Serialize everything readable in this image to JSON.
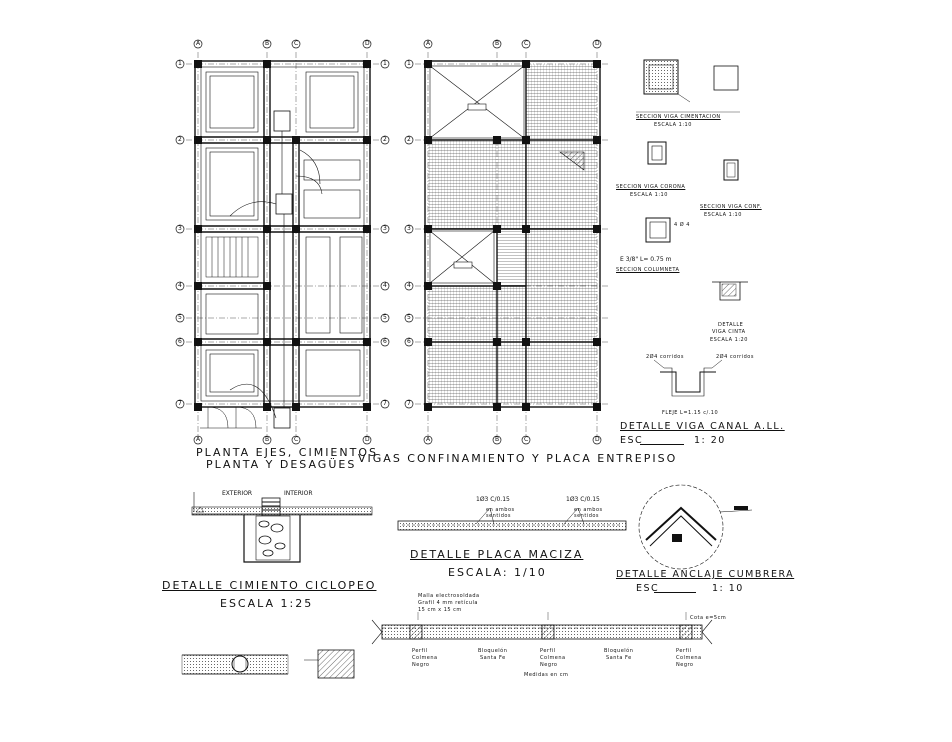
{
  "axes": {
    "cols": [
      "A",
      "B",
      "C",
      "D"
    ],
    "rows": [
      "1",
      "2",
      "3",
      "4",
      "5",
      "6",
      "7"
    ]
  },
  "titles": {
    "plan_axes_1": "PLANTA EJES, CIMIENTOS",
    "plan_axes_2": "PLANTA Y DESAGÜES",
    "plan_beams": "VIGAS CONFINAMIENTO Y PLACA ENTREPISO",
    "cimiento": "DETALLE CIMIENTO CICLOPEO",
    "cimiento_scale": "ESCALA 1:25",
    "placa": "DETALLE PLACA MACIZA",
    "placa_scale": "ESCALA: 1/10",
    "anclaje": "DETALLE ANCLAJE CUMBRERA",
    "anclaje_scale_prefix": "ESC",
    "anclaje_scale": "1: 10",
    "canal": "DETALLE VIGA CANAL A.LL.",
    "canal_scale_prefix": "ESC",
    "canal_scale": "1: 20"
  },
  "sections": {
    "viga_cimentacion": "SECCION VIGA CIMENTACION",
    "viga_cimentacion_scale": "ESCALA 1:10",
    "viga_corona": "SECCION VIGA CORONA",
    "viga_corona_scale": "ESCALA 1:10",
    "viga_conf": "SECCION VIGA CONF.",
    "viga_conf_scale": "ESCALA 1:10",
    "columneta": "SECCION COLUMNETA",
    "estribo": "E 3/8\" L= 0.75 m",
    "columneta_bars": "4 Ø 4",
    "viga_cinta_1": "DETALLE",
    "viga_cinta_2": "VIGA CINTA",
    "viga_cinta_scale": "ESCALA 1:20",
    "canal_left": "2Ø4 corridos",
    "canal_right": "2Ø4 corridos",
    "canal_flejes": "FLEJE L=1.15 c/.10"
  },
  "cimiento_labels": {
    "exterior": "EXTERIOR",
    "interior": "INTERIOR"
  },
  "placa_labels": {
    "bar_left": "1Ø3 C/0.15",
    "bar_left_note_1": "en ambos",
    "bar_left_note_2": "sentidos",
    "bar_right": "1Ø3 C/0.15",
    "bar_right_note_1": "en ambos",
    "bar_right_note_2": "sentidos"
  },
  "losa_labels": {
    "malla_1": "Malla electrosoldada",
    "malla_2": "Grafil 4 mm retícula",
    "malla_3": "15 cm x 15 cm",
    "cota": "Cota e=5cm",
    "perfil_1a": "Perfil",
    "perfil_1b": "Colmena",
    "perfil_1c": "Negro",
    "bloq_1a": "Bloquelón",
    "bloq_1b": "Santa Fe",
    "perfil_2a": "Perfil",
    "perfil_2b": "Colmena",
    "perfil_2c": "Negro",
    "bloq_2a": "Bloquelón",
    "bloq_2b": "Santa Fe",
    "perfil_3a": "Perfil",
    "perfil_3b": "Colmena",
    "perfil_3c": "Negro",
    "medidas": "Medidas en cm"
  },
  "colors": {
    "line": "#111111",
    "hatch": "#555555",
    "grid": "#333333"
  }
}
